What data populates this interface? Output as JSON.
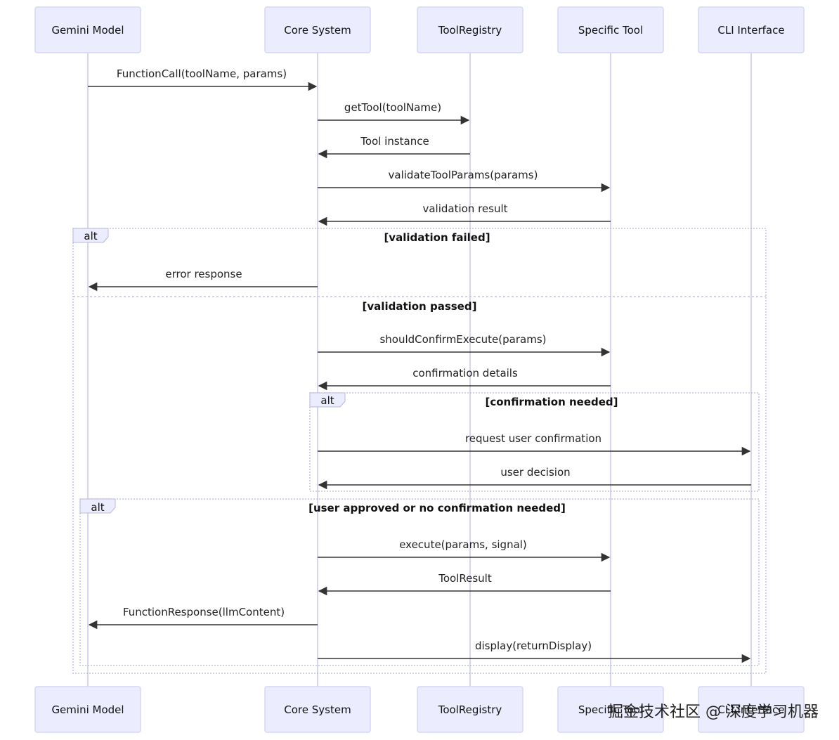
{
  "actors": [
    {
      "id": "gemini",
      "label": "Gemini Model"
    },
    {
      "id": "core",
      "label": "Core System"
    },
    {
      "id": "registry",
      "label": "ToolRegistry"
    },
    {
      "id": "tool",
      "label": "Specific Tool"
    },
    {
      "id": "cli",
      "label": "CLI Interface"
    }
  ],
  "messages": [
    {
      "from": "gemini",
      "to": "core",
      "label": "FunctionCall(toolName, params)"
    },
    {
      "from": "core",
      "to": "registry",
      "label": "getTool(toolName)"
    },
    {
      "from": "registry",
      "to": "core",
      "label": "Tool instance"
    },
    {
      "from": "core",
      "to": "tool",
      "label": "validateToolParams(params)"
    },
    {
      "from": "tool",
      "to": "core",
      "label": "validation result"
    },
    {
      "from": "core",
      "to": "gemini",
      "label": "error response"
    },
    {
      "from": "core",
      "to": "tool",
      "label": "shouldConfirmExecute(params)"
    },
    {
      "from": "tool",
      "to": "core",
      "label": "confirmation details"
    },
    {
      "from": "core",
      "to": "cli",
      "label": "request user confirmation"
    },
    {
      "from": "cli",
      "to": "core",
      "label": "user decision"
    },
    {
      "from": "core",
      "to": "tool",
      "label": "execute(params, signal)"
    },
    {
      "from": "tool",
      "to": "core",
      "label": "ToolResult"
    },
    {
      "from": "core",
      "to": "gemini",
      "label": "FunctionResponse(llmContent)"
    },
    {
      "from": "core",
      "to": "cli",
      "label": "display(returnDisplay)"
    }
  ],
  "frames": [
    {
      "keyword": "alt",
      "condition": "[validation failed]",
      "else_condition": "[validation passed]"
    },
    {
      "keyword": "alt",
      "condition": "[confirmation needed]"
    },
    {
      "keyword": "alt",
      "condition": "[user approved or no confirmation needed]"
    }
  ],
  "watermark": "掘金技术社区 @ 深度学习机器"
}
